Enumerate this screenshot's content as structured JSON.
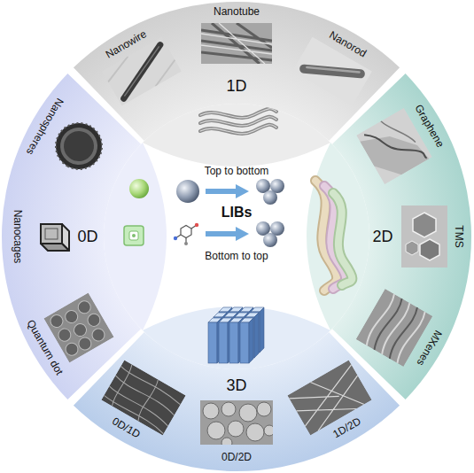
{
  "diagram": {
    "nodes": [
      {
        "text": [
          "1D"
        ]
      },
      {
        "text": [
          "Nanowire"
        ],
        "in": 0
      },
      {
        "text": [
          "Nanotube"
        ],
        "in": 0
      },
      {
        "text": [
          "Nanorod"
        ],
        "in": 0
      },
      {
        "text": [
          "0D"
        ]
      },
      {
        "text": [
          "Nanospheres"
        ],
        "in": 4
      },
      {
        "text": [
          "Nanocages"
        ],
        "in": 4
      },
      {
        "text": [
          "Quantum dot"
        ],
        "in": 4
      },
      {
        "text": [
          "LIBs"
        ]
      },
      {
        "text": [
          "2D"
        ]
      },
      {
        "text": [
          "Graphene"
        ],
        "in": 9
      },
      {
        "text": [
          "TMS"
        ],
        "in": 9
      },
      {
        "text": [
          "MXenes"
        ],
        "in": 9
      },
      {
        "text": [
          "3D"
        ]
      },
      {
        "text": [
          "0D/1D"
        ],
        "in": 13
      },
      {
        "text": [
          "0D/2D"
        ],
        "in": 13
      },
      {
        "text": [
          "1D/2D"
        ],
        "in": 13
      }
    ],
    "labels": [
      "Top to bottom",
      "Bottom to top"
    ]
  }
}
